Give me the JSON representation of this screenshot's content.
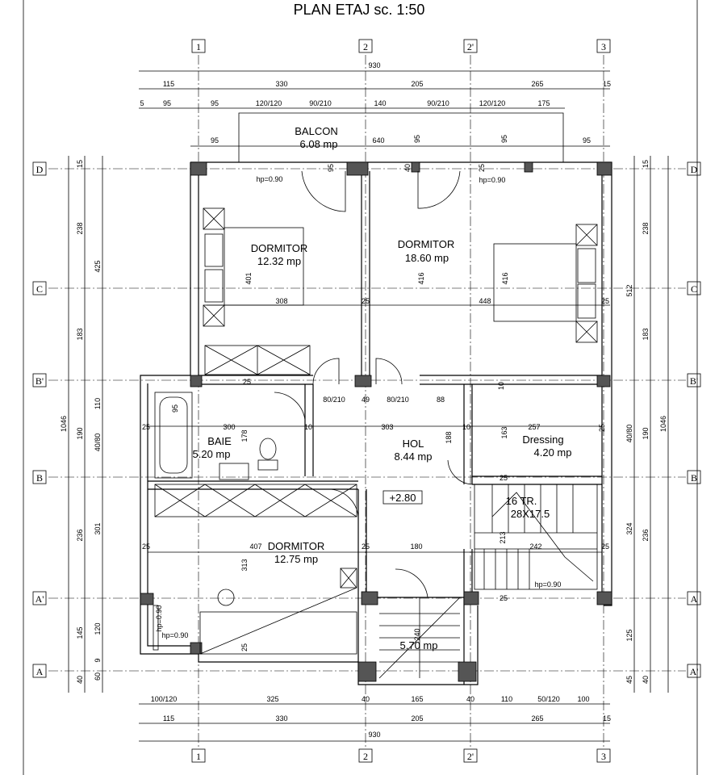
{
  "title": "PLAN ETAJ  sc. 1:50",
  "axes": {
    "top": [
      "1",
      "2",
      "2'",
      "3"
    ],
    "bottom": [
      "1",
      "2",
      "2'",
      "3"
    ],
    "left": [
      "D",
      "C",
      "B'",
      "B",
      "A'",
      "A"
    ],
    "right": [
      "D",
      "C",
      "B'",
      "B",
      "A",
      "A'"
    ]
  },
  "rooms": {
    "balcon_name": "BALCON",
    "balcon_area": "6.08  mp",
    "dorm1_name": "DORMITOR",
    "dorm1_area": "12.32  mp",
    "dorm2_name": "DORMITOR",
    "dorm2_area": "18.60  mp",
    "baie_name": "BAIE",
    "baie_area": "5.20  mp",
    "hol_name": "HOL",
    "hol_area": "8.44  mp",
    "dressing_name": "Dressing",
    "dressing_area": "4.20  mp",
    "dorm3_name": "DORMITOR",
    "dorm3_area": "12.75  mp",
    "stair_area": "5.70  mp",
    "stair_steps": "16  TR.",
    "stair_size": "28X17.5",
    "level": "+2.80"
  },
  "notes": {
    "hp1": "hp=0.90",
    "hp2": "hp=0.90",
    "hp3": "hp=0.90",
    "hp4": "hp=0.90",
    "hp5": "hp=0.90"
  },
  "dims": {
    "top_total": "930",
    "top_row2": [
      "115",
      "330",
      "205",
      "265",
      "15"
    ],
    "top_row3": [
      "5",
      "95",
      "95",
      "120/120",
      "90/210",
      "140",
      "90/210",
      "120/120",
      "175"
    ],
    "top_row4": [
      "95",
      "640",
      "95",
      "95",
      "95"
    ],
    "bottom_total": "930",
    "bottom_row1": [
      "100/120",
      "325",
      "40",
      "165",
      "40",
      "110",
      "50/120",
      "100"
    ],
    "bottom_row2": [
      "115",
      "330",
      "205",
      "265",
      "15"
    ],
    "left_outer": "1046",
    "left_mid": [
      "425",
      "110",
      "190",
      "301",
      "120"
    ],
    "left_inner": [
      "15",
      "238",
      "183",
      "40/80",
      "236",
      "145",
      "9",
      "40",
      "60"
    ],
    "right_outer": "1046",
    "right_mid": [
      "512",
      "40/80",
      "190",
      "324",
      "125"
    ],
    "right_inner": [
      "15",
      "238",
      "183",
      "236",
      "45",
      "40"
    ],
    "interior": [
      "401",
      "416",
      "416",
      "308",
      "25",
      "448",
      "25",
      "25",
      "80/210",
      "49",
      "80/210",
      "88",
      "10",
      "300",
      "178",
      "10",
      "303",
      "188",
      "163",
      "257",
      "10",
      "25",
      "407",
      "313",
      "25",
      "180",
      "242",
      "213",
      "25",
      "25",
      "240",
      "25",
      "25",
      "95",
      "25",
      "25",
      "95",
      "40",
      "25"
    ]
  }
}
